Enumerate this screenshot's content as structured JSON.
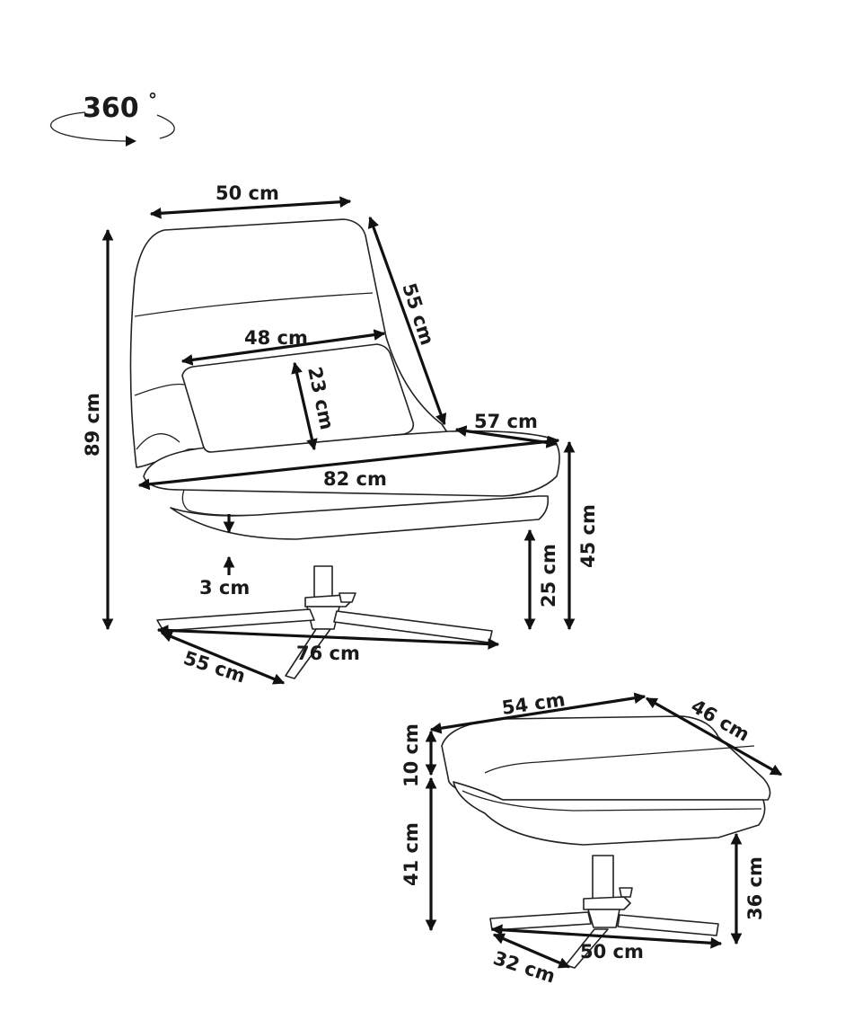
{
  "rotation": {
    "label": "360",
    "degree": "°"
  },
  "chair": {
    "top_width": "50 cm",
    "back_height": "55 cm",
    "pillow_width": "48 cm",
    "pillow_height": "23 cm",
    "seat_depth": "57 cm",
    "total_width": "82 cm",
    "total_height": "89 cm",
    "seat_height": "45 cm",
    "base_height": "25 cm",
    "seat_thickness": "3 cm",
    "base_width": "76 cm",
    "base_depth": "55 cm"
  },
  "ottoman": {
    "width": "54 cm",
    "depth": "46 cm",
    "cushion_height": "10 cm",
    "base_height": "41 cm",
    "seat_height": "36 cm",
    "base_width": "50 cm",
    "base_depth": "32 cm"
  }
}
